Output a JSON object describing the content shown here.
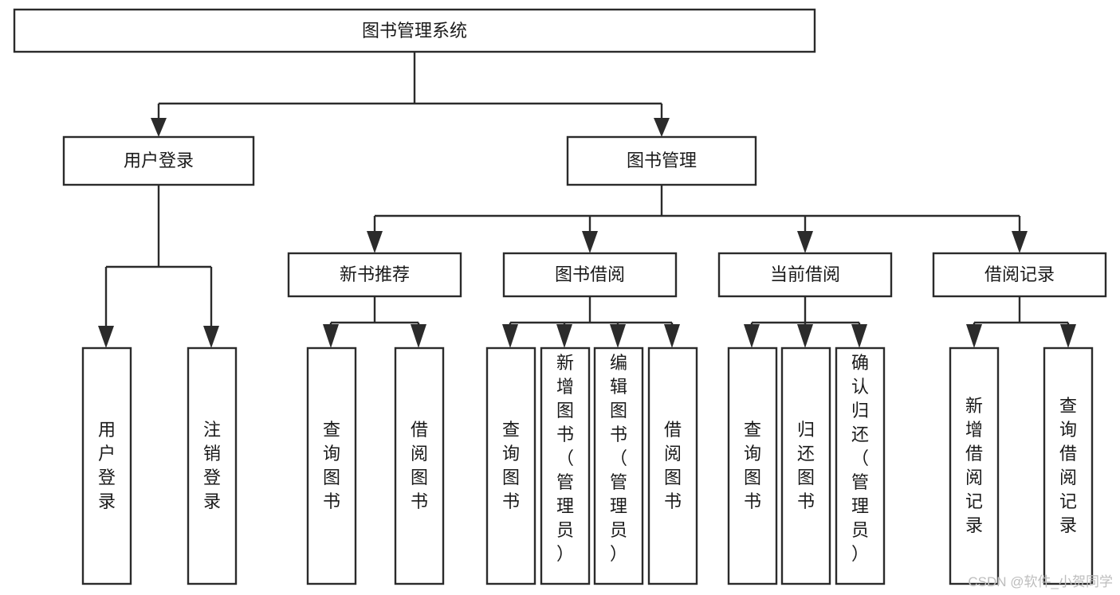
{
  "diagram": {
    "title": "图书管理系统",
    "type": "tree",
    "orientation": "top-down",
    "colors": {
      "box_fill": "#ffffff",
      "box_stroke": "#2b2b2b",
      "text": "#1a1a1a",
      "background": "#ffffff",
      "watermark": "#bdbdbd"
    },
    "root": {
      "id": "root",
      "label": "图书管理系统",
      "text_orientation": "horizontal"
    },
    "level2": [
      {
        "id": "user-login",
        "label": "用户登录",
        "text_orientation": "horizontal"
      },
      {
        "id": "book-manage",
        "label": "图书管理",
        "text_orientation": "horizontal"
      }
    ],
    "level3": [
      {
        "id": "new-book-recommend",
        "label": "新书推荐",
        "parent": "book-manage",
        "text_orientation": "horizontal"
      },
      {
        "id": "book-borrow",
        "label": "图书借阅",
        "parent": "book-manage",
        "text_orientation": "horizontal"
      },
      {
        "id": "current-borrow",
        "label": "当前借阅",
        "parent": "book-manage",
        "text_orientation": "horizontal"
      },
      {
        "id": "borrow-record",
        "label": "借阅记录",
        "parent": "book-manage",
        "text_orientation": "horizontal"
      }
    ],
    "leaves": [
      {
        "id": "leaf-user-login",
        "label": "用户登录",
        "parent": "user-login",
        "text_orientation": "vertical"
      },
      {
        "id": "leaf-user-logout",
        "label": "注销登录",
        "parent": "user-login",
        "text_orientation": "vertical"
      },
      {
        "id": "leaf-query-book-1",
        "label": "查询图书",
        "parent": "new-book-recommend",
        "text_orientation": "vertical"
      },
      {
        "id": "leaf-borrow-book-1",
        "label": "借阅图书",
        "parent": "new-book-recommend",
        "text_orientation": "vertical"
      },
      {
        "id": "leaf-query-book-2",
        "label": "查询图书",
        "parent": "book-borrow",
        "text_orientation": "vertical"
      },
      {
        "id": "leaf-add-book",
        "label": "新增图书（管理员）",
        "parent": "book-borrow",
        "text_orientation": "vertical"
      },
      {
        "id": "leaf-edit-book",
        "label": "编辑图书（管理员）",
        "parent": "book-borrow",
        "text_orientation": "vertical"
      },
      {
        "id": "leaf-borrow-book-2",
        "label": "借阅图书",
        "parent": "book-borrow",
        "text_orientation": "vertical"
      },
      {
        "id": "leaf-query-book-3",
        "label": "查询图书",
        "parent": "current-borrow",
        "text_orientation": "vertical"
      },
      {
        "id": "leaf-return-book",
        "label": "归还图书",
        "parent": "current-borrow",
        "text_orientation": "vertical"
      },
      {
        "id": "leaf-confirm-return",
        "label": "确认归还（管理员）",
        "parent": "current-borrow",
        "text_orientation": "vertical"
      },
      {
        "id": "leaf-add-record",
        "label": "新增借阅记录",
        "parent": "borrow-record",
        "text_orientation": "vertical"
      },
      {
        "id": "leaf-query-record",
        "label": "查询借阅记录",
        "parent": "borrow-record",
        "text_orientation": "vertical"
      }
    ],
    "watermark": "CSDN @软件_小贺同学"
  }
}
